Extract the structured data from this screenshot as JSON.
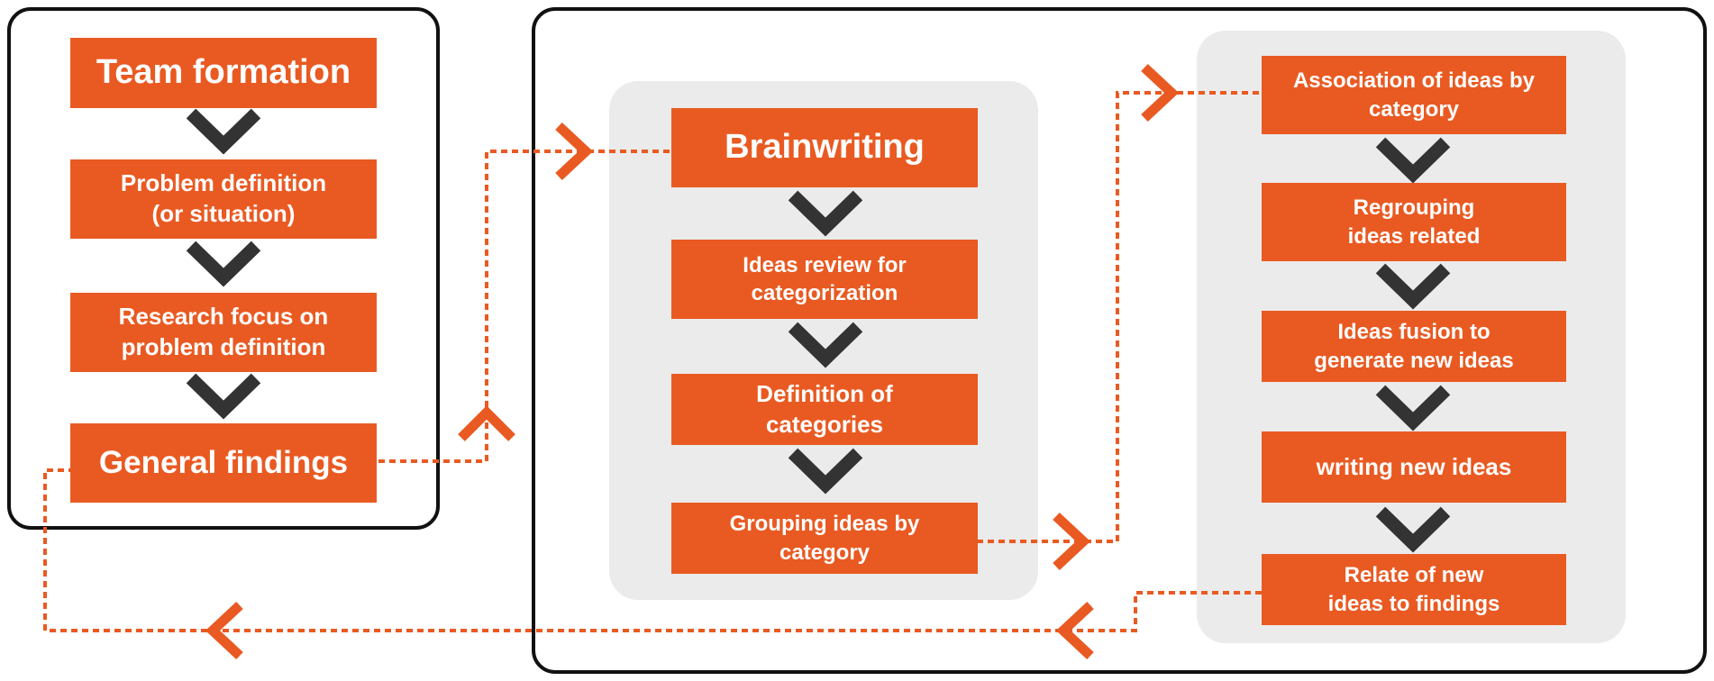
{
  "colors": {
    "step_fill": "#e95a22",
    "step_text": "#ffffff",
    "down_arrow": "#333333",
    "connector": "#e95a22",
    "frame_border": "#111111",
    "panel_fill": "#ebebeb"
  },
  "left_group": {
    "steps": [
      "Team formation",
      "Problem definition\n(or situation)",
      "Research focus on\nproblem definition",
      "General findings"
    ]
  },
  "middle_group": {
    "steps": [
      "Brainwriting",
      "Ideas review for\ncategorization",
      "Definition of\ncategories",
      "Grouping ideas by\ncategory"
    ]
  },
  "right_group": {
    "steps": [
      "Association of ideas by\ncategory",
      "Regrouping\nideas related",
      "Ideas fusion to\ngenerate new ideas",
      "writing new ideas",
      "Relate of new\nideas to findings"
    ]
  },
  "icons": {
    "step_arrow": "chevron-down-icon",
    "flow_arrow_right": "chevron-right-icon",
    "flow_arrow_up": "chevron-up-icon",
    "flow_arrow_left": "chevron-left-icon"
  }
}
